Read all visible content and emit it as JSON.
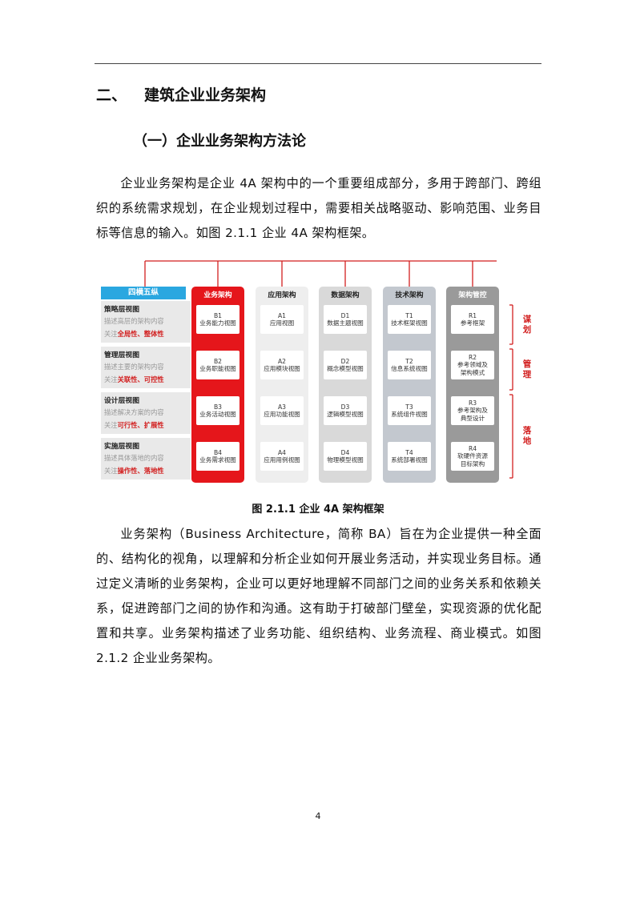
{
  "section": {
    "num": "二、",
    "title": "建筑企业业务架构"
  },
  "subsection": {
    "title": "（一）企业业务架构方法论"
  },
  "paragraph1": "企业业务架构是企业 4A 架构中的一个重要组成部分，多用于跨部门、跨组织的系统需求规划，在企业规划过程中，需要相关战略驱动、影响范围、业务目标等信息的输入。如图 2.1.1 企业 4A 架构框架。",
  "figure": {
    "left_header": "四横五纵",
    "rows": [
      {
        "title": "策略层视图",
        "desc": "描述高层的架构内容",
        "focus_prefix": "关注",
        "focus": "全局性、整体性"
      },
      {
        "title": "管理层视图",
        "desc": "描述主要的架构内容",
        "focus_prefix": "关注",
        "focus": "关联性、可控性"
      },
      {
        "title": "设计层视图",
        "desc": "描述解决方案的内容",
        "focus_prefix": "关注",
        "focus": "可行性、扩展性"
      },
      {
        "title": "实施层视图",
        "desc": "描述具体落地的内容",
        "focus_prefix": "关注",
        "focus": "操作性、落地性"
      }
    ],
    "columns": [
      {
        "header": "业务架构",
        "color": "#e5161b",
        "header_color": "#ffffff",
        "cells": [
          [
            "B1",
            "业务能力视图"
          ],
          [
            "B2",
            "业务职能视图"
          ],
          [
            "B3",
            "业务活动视图"
          ],
          [
            "B4",
            "业务需求视图"
          ]
        ]
      },
      {
        "header": "应用架构",
        "color": "#eeeeee",
        "header_color": "#222222",
        "cells": [
          [
            "A1",
            "应用视图"
          ],
          [
            "A2",
            "应用模块视图"
          ],
          [
            "A3",
            "应用功能视图"
          ],
          [
            "A4",
            "应用用例视图"
          ]
        ]
      },
      {
        "header": "数据架构",
        "color": "#d9d9d9",
        "header_color": "#222222",
        "cells": [
          [
            "D1",
            "数据主题视图"
          ],
          [
            "D2",
            "概念模型视图"
          ],
          [
            "D3",
            "逻辑模型视图"
          ],
          [
            "D4",
            "物理模型视图"
          ]
        ]
      },
      {
        "header": "技术架构",
        "color": "#c3c8cf",
        "header_color": "#222222",
        "cells": [
          [
            "T1",
            "技术框架视图"
          ],
          [
            "T2",
            "信息系统视图"
          ],
          [
            "T3",
            "系统组件视图"
          ],
          [
            "T4",
            "系统部署视图"
          ]
        ]
      },
      {
        "header": "架构管控",
        "color": "#9a9a9a",
        "header_color": "#ffffff",
        "cells": [
          [
            "R1",
            "参考框架"
          ],
          [
            "R2",
            "参考领域及",
            "架构模式"
          ],
          [
            "R3",
            "参考架构及",
            "典型设计"
          ],
          [
            "R4",
            "软硬件资源",
            "目标架构"
          ]
        ]
      }
    ],
    "side_labels": [
      "谋划",
      "管理",
      "落地"
    ],
    "accent": "#d21f1f",
    "caption": "图 2.1.1 企业 4A 架构框架"
  },
  "paragraph2": "业务架构（Business Architecture，简称 BA）旨在为企业提供一种全面的、结构化的视角，以理解和分析企业如何开展业务活动，并实现业务目标。通过定义清晰的业务架构，企业可以更好地理解不同部门之间的业务关系和依赖关系，促进跨部门之间的协作和沟通。这有助于打破部门壁垒，实现资源的优化配置和共享。业务架构描述了业务功能、组织结构、业务流程、商业模式。如图 2.1.2 企业业务架构。",
  "page_number": "4"
}
